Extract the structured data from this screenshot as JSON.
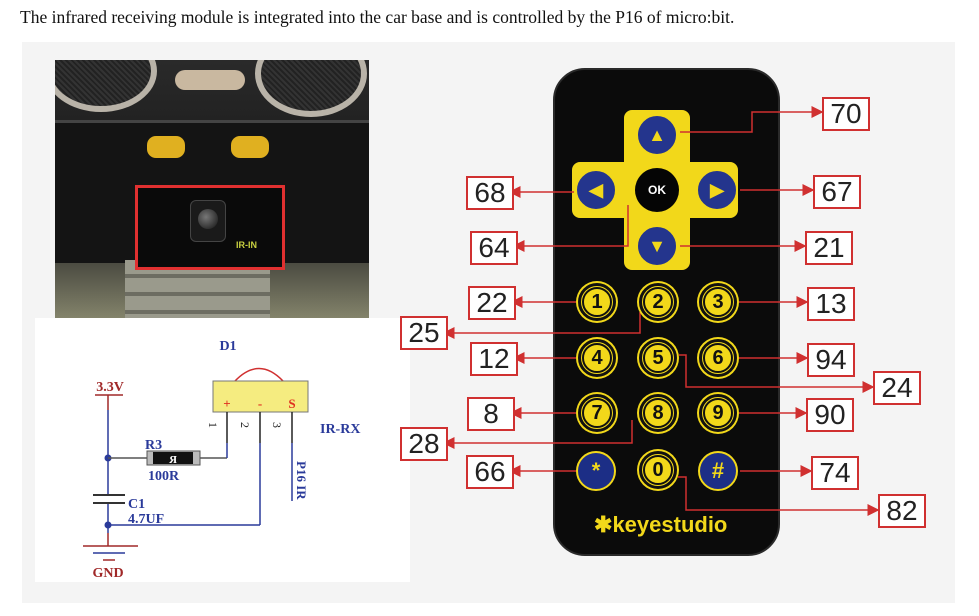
{
  "caption": "The infrared receiving module is integrated into the car base and is controlled by the P16 of micro:bit.",
  "photo": {
    "board_label": "IR-IN"
  },
  "circuit": {
    "component": "D1",
    "supply": "3.3V",
    "resistor_name": "R3",
    "resistor_mark": "R",
    "resistor_value": "100R",
    "capacitor_name": "C1",
    "capacitor_value": "4.7UF",
    "ground": "GND",
    "pin_plus": "+",
    "pin_minus": "-",
    "pin_signal": "S",
    "pin1": "1",
    "pin2": "2",
    "pin3": "3",
    "part": "IR-RX",
    "net": "P16 IR"
  },
  "remote": {
    "brand": "keyestudio",
    "buttons": {
      "ok": "OK",
      "up": "▲",
      "down": "▼",
      "left": "◀",
      "right": "▶",
      "b1": "1",
      "b2": "2",
      "b3": "3",
      "b4": "4",
      "b5": "5",
      "b6": "6",
      "b7": "7",
      "b8": "8",
      "b9": "9",
      "b0": "0",
      "star": "*",
      "hash": "#"
    },
    "codes": {
      "up": "70",
      "left": "68",
      "right": "67",
      "ok": "64",
      "down": "21",
      "b1": "22",
      "b2": "25",
      "b3": "13",
      "b4": "12",
      "b5": "24",
      "b6": "94",
      "b7": "8",
      "b8": "28",
      "b9": "90",
      "star": "66",
      "b0": "82",
      "hash": "74"
    }
  },
  "colors": {
    "accent_red": "#d03030",
    "button_yellow": "#f2d81a",
    "button_blue": "#24358d"
  }
}
